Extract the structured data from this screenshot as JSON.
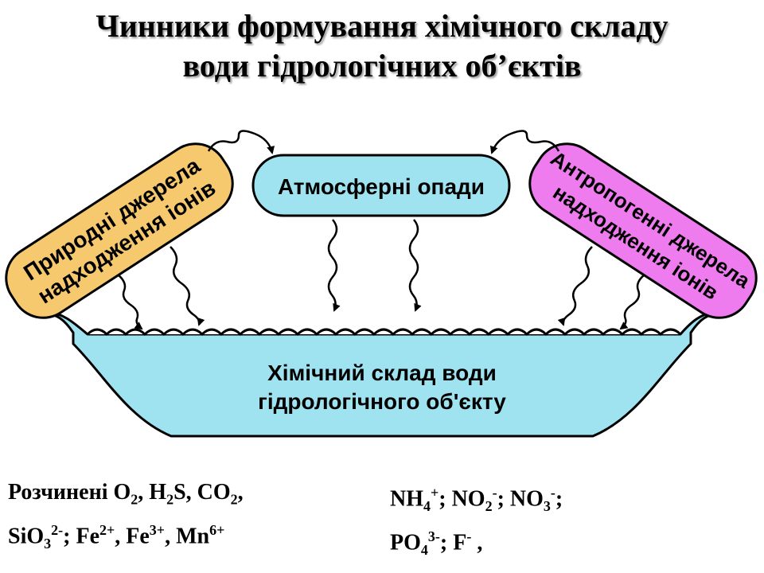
{
  "title": {
    "line1": "Чинники формування хімічного складу",
    "line2": "води гідрологічних об’єктів"
  },
  "diagram": {
    "natural_sources": {
      "line1": "Природні джерела",
      "line2": "надходження іонів",
      "color": "#f7c96e"
    },
    "atmospheric": {
      "label": "Атмосферні опади",
      "color": "#9fe3f0"
    },
    "anthropogenic": {
      "line1": "Антропогенні джерела",
      "line2": "надходження іонів",
      "color": "#ee7cee"
    },
    "water_body": {
      "line1": "Хімічний склад води",
      "line2": "гідрологічного об'єкту",
      "color": "#9fe3f0"
    }
  },
  "formulas": {
    "left_line1": "Розчинені O<sub>2</sub>, H<sub>2</sub>S, CO<sub>2</sub>,",
    "left_line2": "SiO<sub>3</sub><sup>2-</sup>; Fe<sup>2+</sup>, Fe<sup>3+</sup>, Mn<sup>6+</sup>",
    "right_line1": "NH<sub>4</sub><sup>+</sup>; NO<sub>2</sub><sup>-</sup>; NO<sub>3</sub><sup>-</sup>;",
    "right_line2": "PO<sub>4</sub><sup>3-</sup>; F<sup>-</sup> ,"
  }
}
